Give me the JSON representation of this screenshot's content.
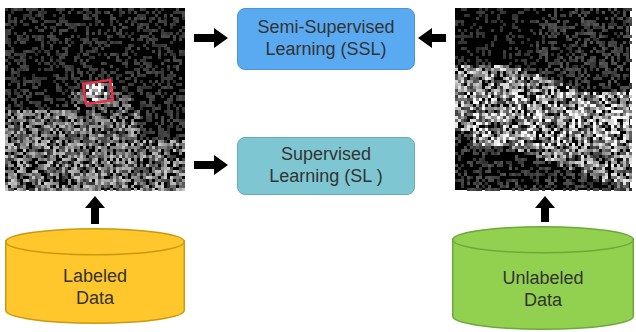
{
  "diagram": {
    "nodes": [
      {
        "text": [
          "Semi-Supervised Learning (SSL)"
        ]
      },
      {
        "text": [
          "Supervised Learning (SL )"
        ]
      },
      {
        "text": [
          "Labeled Data"
        ]
      },
      {
        "text": [
          "Unlabeled Data"
        ]
      }
    ]
  }
}
